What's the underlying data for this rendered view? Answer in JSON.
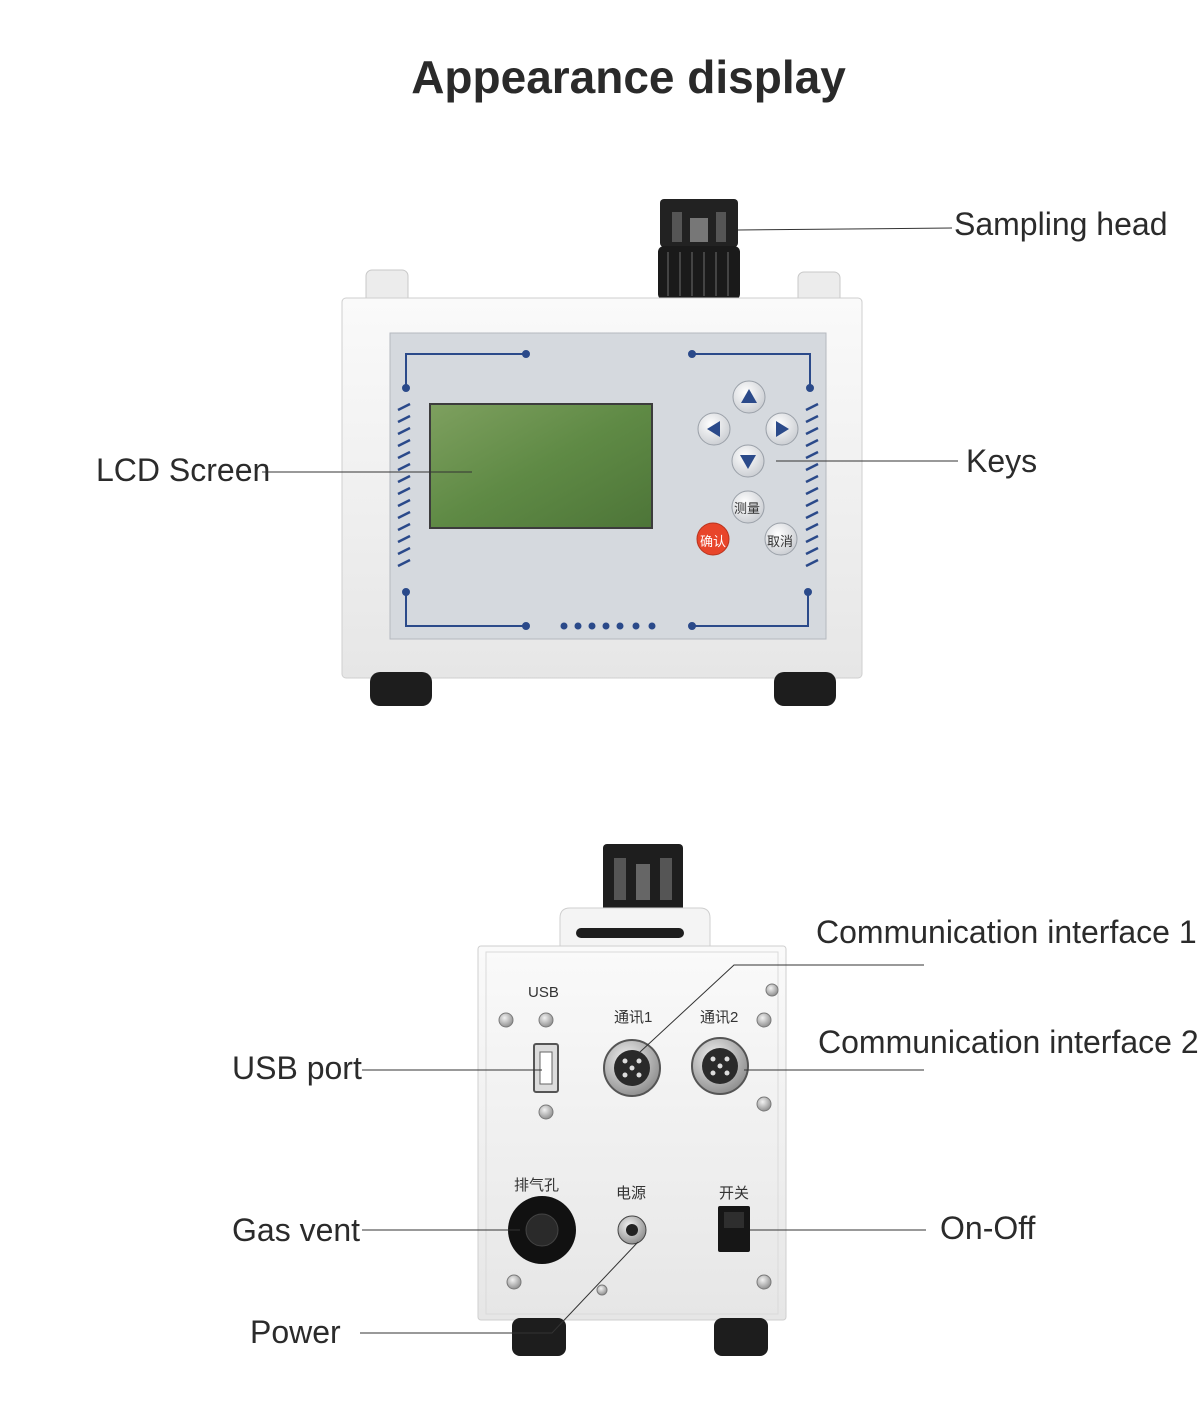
{
  "title": "Appearance display",
  "front_labels": {
    "sampling_head": "Sampling head",
    "lcd_screen": "LCD Screen",
    "keys": "Keys"
  },
  "front_keys": {
    "measure": "测量",
    "confirm": "确认",
    "cancel": "取消"
  },
  "back_labels": {
    "comm1": "Communication interface 1",
    "comm2": "Communication interface 2",
    "usb_port": "USB port",
    "gas_vent": "Gas vent",
    "power": "Power",
    "on_off": "On-Off"
  },
  "back_panel_text": {
    "usb": "USB",
    "comm1": "通讯1",
    "comm2": "通讯2",
    "vent": "排气孔",
    "power": "电源",
    "switch": "开关"
  },
  "colors": {
    "panel_blue": "#2b4a8a",
    "confirm_red": "#e8452a",
    "lcd_green": "#5f8a45",
    "case_white": "#f3f3f3"
  }
}
